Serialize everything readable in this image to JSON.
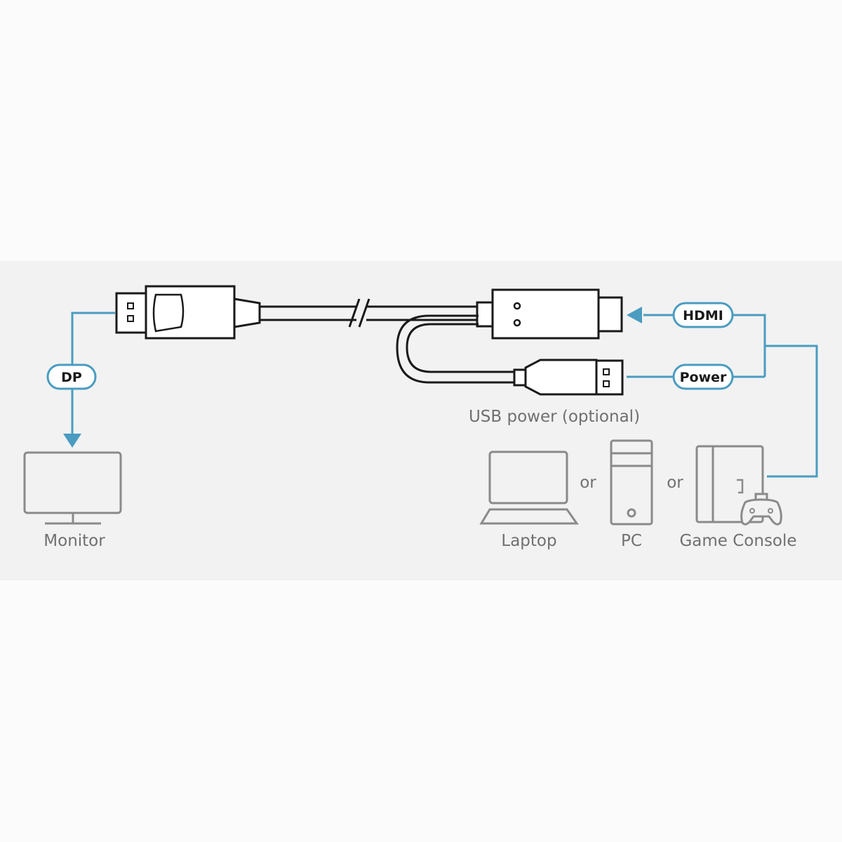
{
  "labels": {
    "dp": "DP",
    "hdmi": "HDMI",
    "power": "Power",
    "usb_power": "USB power (optional)",
    "monitor": "Monitor",
    "laptop": "Laptop",
    "pc": "PC",
    "game_console": "Game Console",
    "or": "or"
  },
  "colors": {
    "accent": "#4a9cc0",
    "line": "#1a1a1a",
    "icon": "#8a8a8a",
    "band": "#f2f2f2",
    "background": "#fbfbfb"
  }
}
